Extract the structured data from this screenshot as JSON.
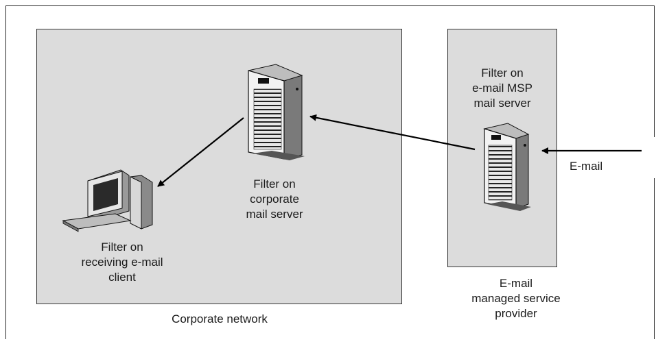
{
  "corporate_network": {
    "label": "Corporate network",
    "client_label": "Filter on\nreceiving e-mail\nclient",
    "server_label": "Filter on\ncorporate\nmail server"
  },
  "msp": {
    "label": "E-mail\nmanaged service\nprovider",
    "server_label": "Filter on\ne-mail MSP\nmail server"
  },
  "incoming_label": "E-mail",
  "icons": {
    "client": "desktop-computer-icon",
    "corporate_server": "server-tower-icon",
    "msp_server": "server-tower-icon"
  },
  "colors": {
    "box_fill": "#dcdcdc",
    "line": "#000000"
  }
}
